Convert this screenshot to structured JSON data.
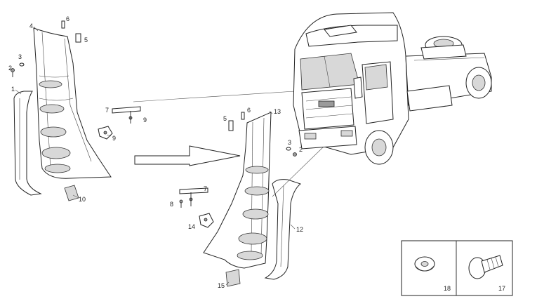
{
  "callouts": {
    "c1": "1",
    "c2a": "2",
    "c3a": "3",
    "c4": "4",
    "c5a": "5",
    "c6a": "6",
    "c7a": "7",
    "c9a": "9",
    "c9b": "9",
    "c10": "10",
    "c5b": "5",
    "c6b": "6",
    "c13": "13",
    "c3b": "3",
    "c2b": "2",
    "c7b": "7",
    "c8": "8",
    "c14": "14",
    "c12": "12",
    "c15": "15",
    "c18": "18",
    "c17": "17"
  },
  "icons": {
    "truck": "truck-cab-illustration",
    "arrow": "right-arrow-icon",
    "washer": "washer-icon",
    "bolt": "bolt-icon"
  }
}
